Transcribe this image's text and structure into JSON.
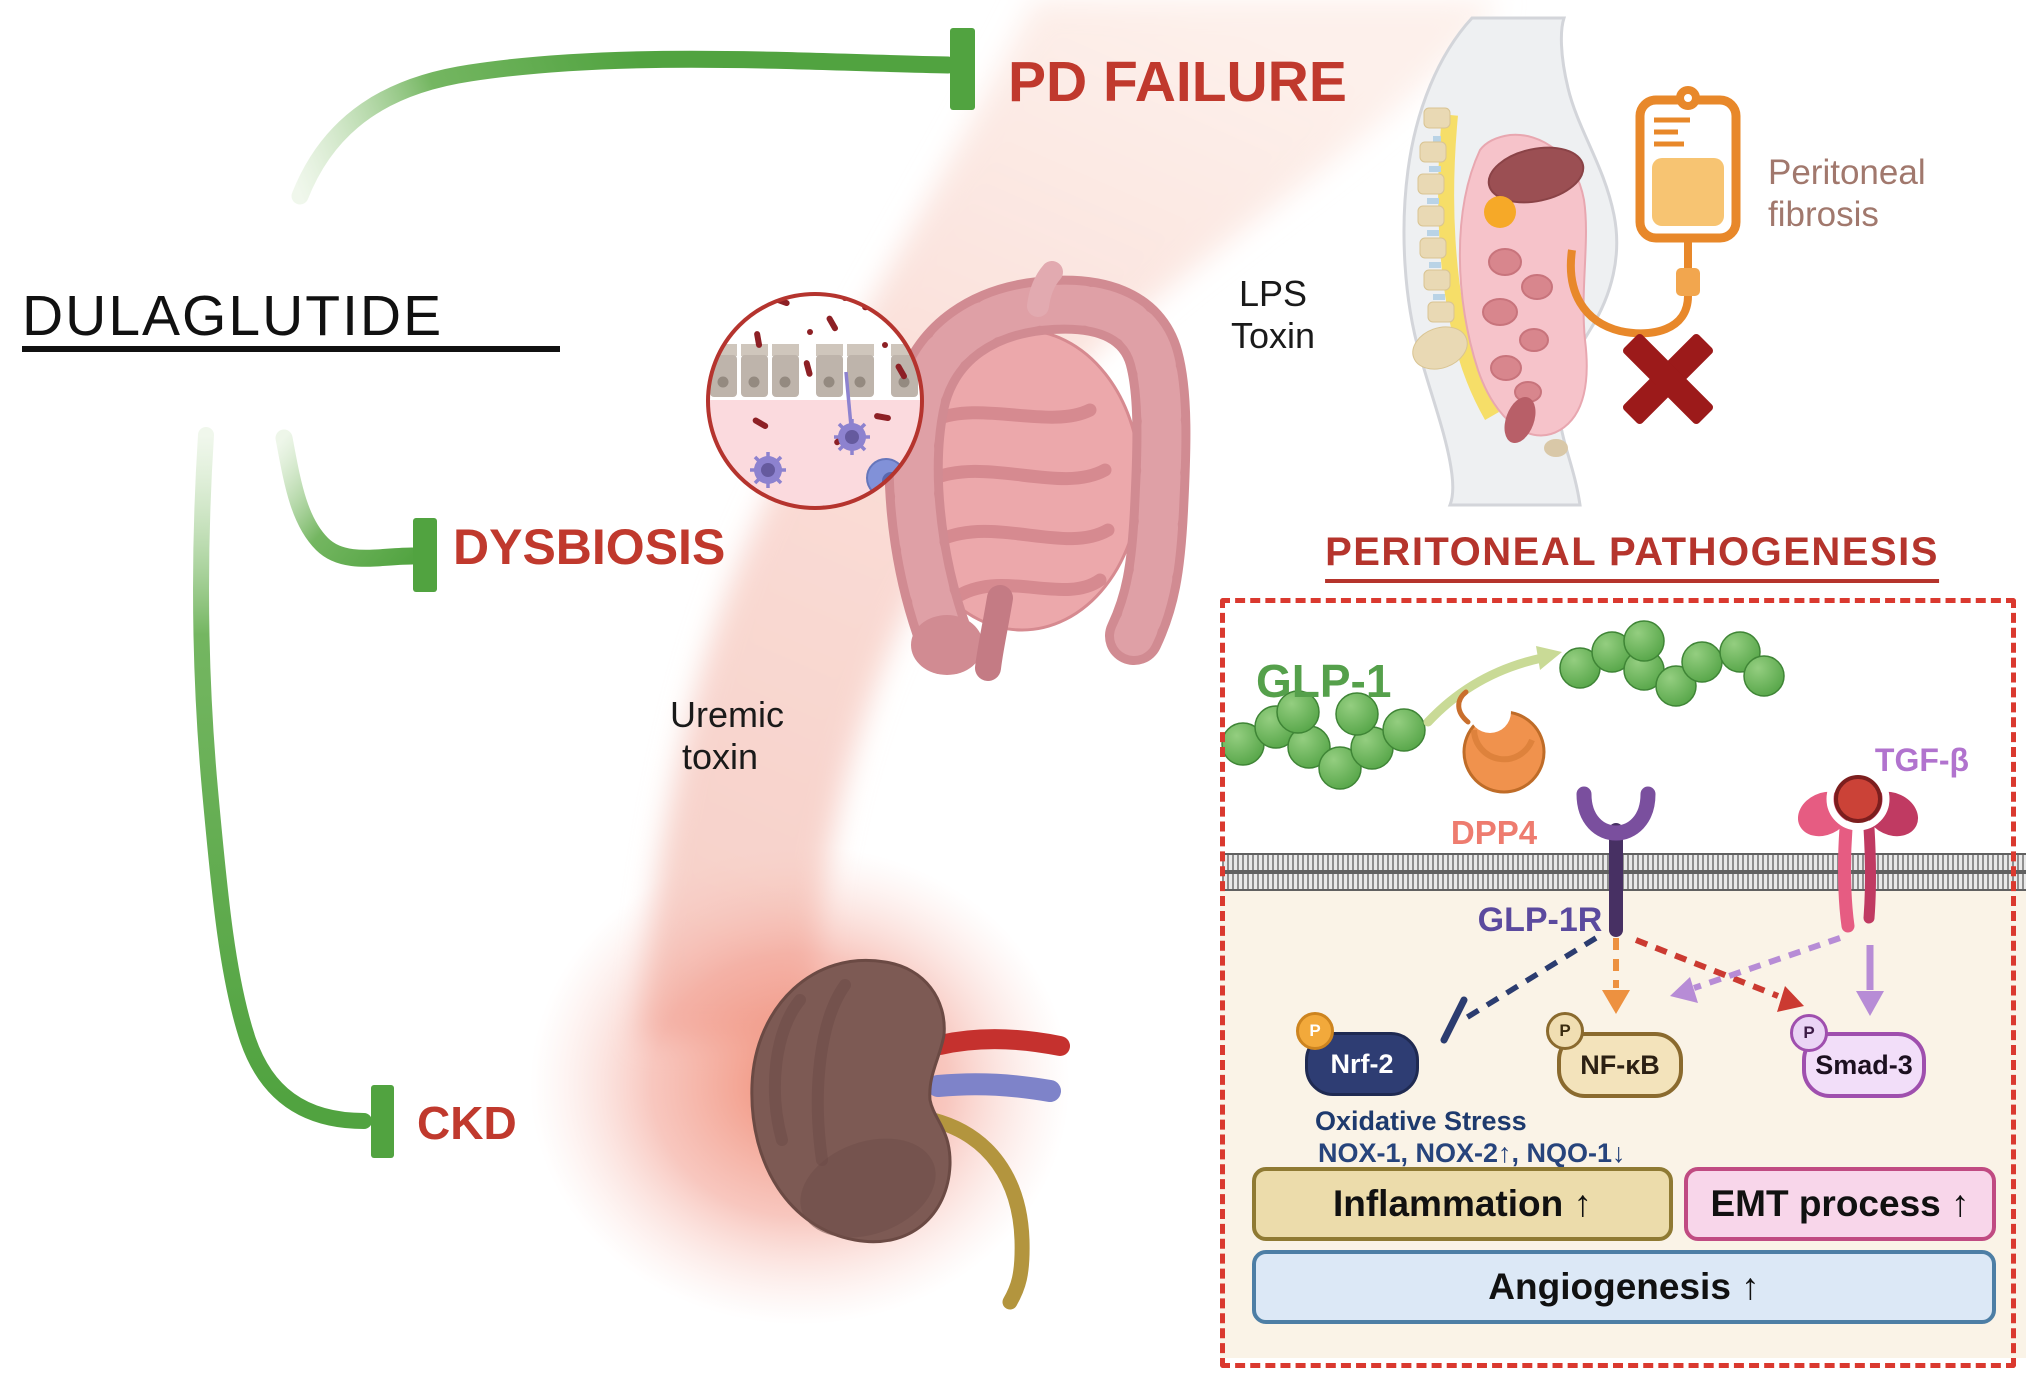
{
  "drug_label": "DULAGLUTIDE",
  "targets": {
    "pd_failure": "PD FAILURE",
    "dysbiosis": "DYSBIOSIS",
    "ckd": "CKD"
  },
  "annotations": {
    "lps_line1": "LPS",
    "lps_line2": "Toxin",
    "uremic_line1": "Uremic",
    "uremic_line2": "toxin",
    "fibrosis_line1": "Peritoneal",
    "fibrosis_line2": "fibrosis"
  },
  "pathogenesis": {
    "title": "PERITONEAL PATHOGENESIS",
    "glp1": "GLP-1",
    "dpp4": "DPP4",
    "glp1r": "GLP-1R",
    "tgfb": "TGF-β",
    "phospho_badge": "P",
    "nodes": [
      {
        "label": "Nrf-2"
      },
      {
        "label": "NF-κB"
      },
      {
        "label": "Smad-3"
      }
    ],
    "oxidative_stress": "Oxidative Stress",
    "nox_line": "NOX-1, NOX-2↑, NQO-1↓",
    "outcomes": [
      {
        "label": "Inflammation ↑"
      },
      {
        "label": "EMT process ↑"
      },
      {
        "label": "Angiogenesis ↑"
      }
    ]
  },
  "colors": {
    "inhibit_green": "#51a340",
    "target_red": "#c0392d",
    "title_red": "#b5342c",
    "dashed_border_red": "#da392f",
    "navy": "#2b3c70",
    "orange_arrow": "#ed9140",
    "red_arrow": "#cb3a31",
    "purple_arrow": "#b78cd6",
    "dpp4_coral": "#ee7c6f",
    "glp1_green": "#55a04b",
    "glp1r_purple": "#5b4a9e",
    "tgfb_purple": "#b173ce",
    "fibrosis_brown": "#a1786d",
    "bag_orange": "#e8882a",
    "x_dark_red": "#9c1a1a",
    "cream_bg": "#faf3e7"
  }
}
